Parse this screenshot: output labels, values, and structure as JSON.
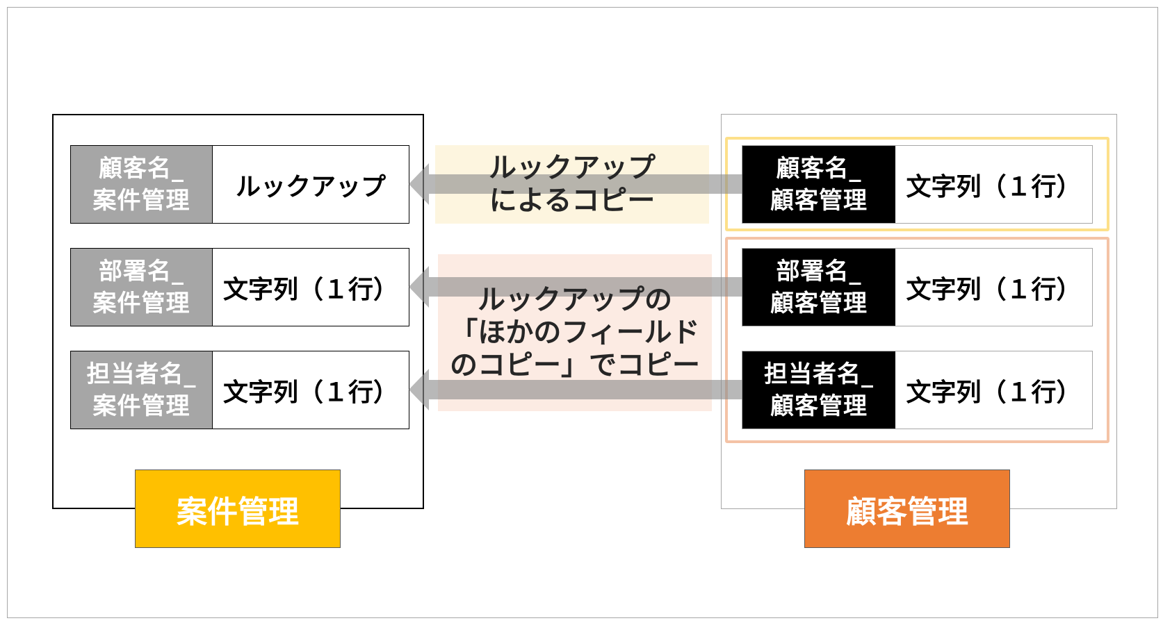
{
  "left_app": {
    "label": "案件管理",
    "label_color": "#ffc000",
    "fields": [
      {
        "name": "顧客名_\n案件管理",
        "type": "ルックアップ"
      },
      {
        "name": "部署名_\n案件管理",
        "type": "文字列（１行）"
      },
      {
        "name": "担当者名_\n案件管理",
        "type": "文字列（１行）"
      }
    ]
  },
  "right_app": {
    "label": "顧客管理",
    "label_color": "#ed7d31",
    "fields": [
      {
        "name": "顧客名_\n顧客管理",
        "type": "文字列（１行）"
      },
      {
        "name": "部署名_\n顧客管理",
        "type": "文字列（１行）"
      },
      {
        "name": "担当者名_\n顧客管理",
        "type": "文字列（１行）"
      }
    ]
  },
  "copy_methods": {
    "lookup": {
      "text": "ルックアップ\nによるコピー",
      "bg_color": "#fdf5df",
      "highlight_color": "#fde08a"
    },
    "other_field": {
      "text": "ルックアップの\n「ほかのフィールド\nのコピー」でコピー",
      "bg_color": "#fcebe3",
      "highlight_color": "#f4c3a6"
    }
  }
}
